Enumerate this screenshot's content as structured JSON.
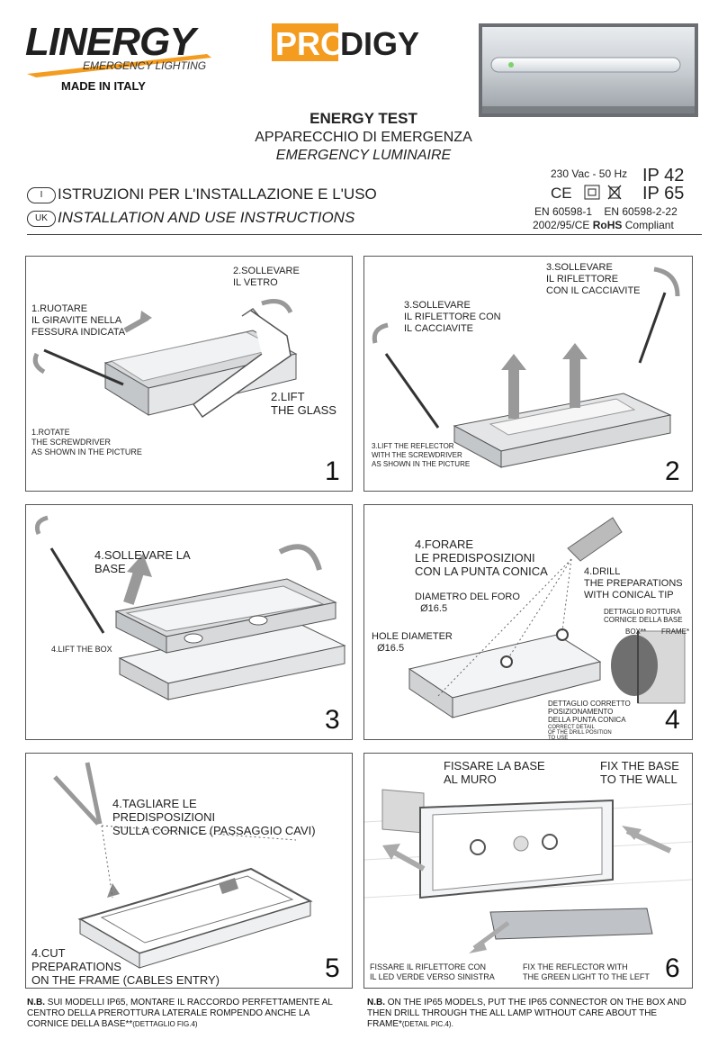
{
  "header": {
    "brand": "LINERGY",
    "brand_sub": "EMERGENCY LIGHTING",
    "made_in": "MADE IN ITALY",
    "product_pro": "PRO",
    "product_digy": "DIGY",
    "brand_color": "#f39c1f"
  },
  "title": {
    "line1": "ENERGY TEST",
    "line2": "APPARECCHIO DI EMERGENZA",
    "line3": "EMERGENCY LUMINAIRE"
  },
  "specs": {
    "voltage": "230 Vac - 50 Hz",
    "ip1": "IP 42",
    "ip2": "IP 65",
    "standards": "EN 60598-1    EN 60598-2-22",
    "directive": "2002/95/CE",
    "rohs": "RoHS",
    "compliant": "Compliant"
  },
  "instructions": {
    "it_code": "I",
    "it_text": "ISTRUZIONI PER L'INSTALLAZIONE E L'USO",
    "uk_code": "UK",
    "uk_text": "INSTALLATION AND USE INSTRUCTIONS"
  },
  "panels": {
    "p1": {
      "num": "1",
      "l1": "1.RUOTARE\nIL GIRAVITE NELLA\nFESSURA INDICATA",
      "l2": "2.SOLLEVARE\nIL VETRO",
      "l3": "2.LIFT\nTHE GLASS",
      "l4": "1.ROTATE\nTHE SCREWDRIVER\nAS SHOWN IN THE PICTURE"
    },
    "p2": {
      "num": "2",
      "l1": "3.SOLLEVARE\nIL RIFLETTORE\nCON IL CACCIAVITE",
      "l2": "3.SOLLEVARE\nIL RIFLETTORE CON\nIL CACCIAVITE",
      "l3": "3.LIFT THE REFLECTOR\nWITH THE SCREWDRIVER\nAS SHOWN IN THE PICTURE"
    },
    "p3": {
      "num": "3",
      "l1": "4.SOLLEVARE LA\nBASE",
      "l2": "4.LIFT THE BOX"
    },
    "p4": {
      "num": "4",
      "l1": "4.FORARE\nLE PREDISPOSIZIONI\nCON LA PUNTA CONICA",
      "l2": "4.DRILL\nTHE PREPARATIONS\nWITH CONICAL TIP",
      "l3": "DIAMETRO DEL FORO\n  Ø16.5",
      "l4": "HOLE DIAMETER\n  Ø16.5",
      "l5": "DETTAGLIO ROTTURA\nCORNICE DELLA BASE",
      "l6": "BOX**",
      "l7": "FRAME*",
      "l8": "DETTAGLIO CORRETTO\nPOSIZIONAMENTO\nDELLA PUNTA CONICA",
      "l9": "CORRECT DETAIL\nOF THE DRILL POSITION\nTO USE"
    },
    "p5": {
      "num": "5",
      "l1": "4.TAGLIARE LE\nPREDISPOSIZIONI\nSULLA CORNICE (PASSAGGIO CAVI)",
      "l2": "4.CUT\nPREPARATIONS\nON THE FRAME (CABLES ENTRY)"
    },
    "p6": {
      "num": "6",
      "l1": "FISSARE LA BASE\nAL MURO",
      "l2": "FIX THE BASE\nTO THE WALL",
      "l3": "FISSARE IL RIFLETTORE CON\nIL LED VERDE VERSO SINISTRA",
      "l4": "FIX THE REFLECTOR WITH\nTHE GREEN LIGHT TO THE LEFT"
    }
  },
  "notes": {
    "it_bold": "N.B.",
    "it_text": " SUI MODELLI IP65, MONTARE IL RACCORDO PERFETTAMENTE AL CENTRO DELLA PREROTTURA LATERALE ROMPENDO ANCHE LA CORNICE DELLA BASE**",
    "it_small": "(DETTAGLIO FIG.4)",
    "en_bold": "N.B.",
    "en_text": " ON THE IP65 MODELS, PUT THE IP65 CONNECTOR ON THE BOX AND THEN DRILL THROUGH THE ALL LAMP WITHOUT CARE ABOUT THE FRAME*",
    "en_small": "(DETAIL PIC.4)."
  }
}
